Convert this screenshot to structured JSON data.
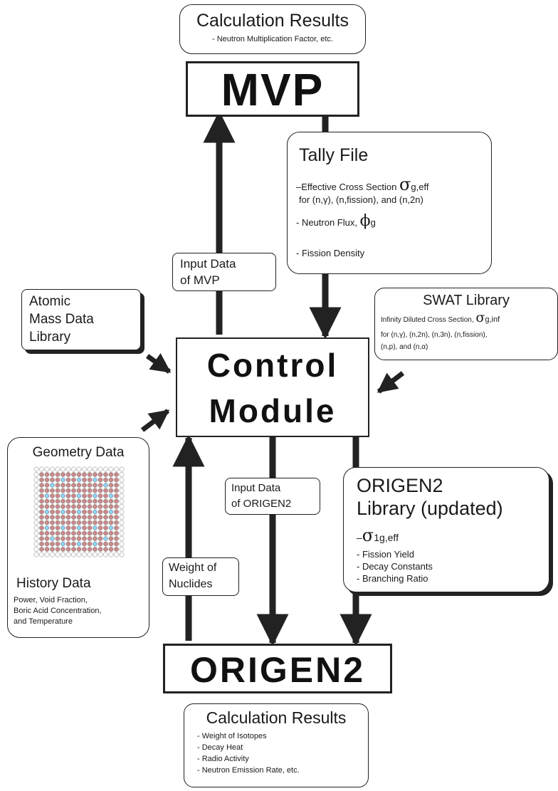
{
  "top_results": {
    "title": "Calculation Results",
    "line": "- Neutron Multiplication Factor, etc."
  },
  "mvp": {
    "label": "MVP"
  },
  "tally": {
    "title": "Tally File",
    "line1": "–Effective Cross Section ",
    "sigma_symbol": "σ",
    "sigma_sub": "g,eff",
    "line2": "for (n,γ),  (n,fission), and  (n,2n)",
    "flux_prefix": "- Neutron Flux, ",
    "phi_symbol": "ϕ",
    "phi_sub": "g",
    "fission": "- Fission Density"
  },
  "input_mvp": {
    "line1": "Input Data",
    "line2": "of MVP"
  },
  "atomic": {
    "line1": "Atomic",
    "line2": "Mass Data",
    "line3": "Library"
  },
  "swat": {
    "title": "SWAT Library",
    "line1": "Infinity Diluted Cross Section, ",
    "sigma_symbol": "σ",
    "sigma_sub": "g,inf",
    "line2": "for (n,γ), (n,2n), (n,3n),  (n,fission),",
    "line3": "(n,p), and (n,α)"
  },
  "control": {
    "line1": "Control",
    "line2": "Module"
  },
  "geometry": {
    "title": "Geometry Data",
    "history_title": "History Data",
    "h1": "Power, Void Fraction,",
    "h2": "Boric Acid Concentration,",
    "h3": "and Temperature"
  },
  "input_origen": {
    "line1": "Input Data",
    "line2": "of ORIGEN2"
  },
  "weight": {
    "line1": "Weight of",
    "line2": "Nuclides"
  },
  "origen_lib": {
    "title1": "ORIGEN2",
    "title2": "Library (updated)",
    "sigma_prefix": "–",
    "sigma_symbol": "σ",
    "sigma_sub": "1g,eff",
    "l1": "- Fission Yield",
    "l2": "- Decay Constants",
    "l3": "- Branching Ratio"
  },
  "origen2": {
    "label": "ORIGEN2"
  },
  "bottom_results": {
    "title": "Calculation Results",
    "l1": "- Weight of Isotopes",
    "l2": "- Decay Heat",
    "l3": "- Radio Activity",
    "l4": "- Neutron Emission Rate, etc."
  },
  "colors": {
    "stroke": "#222222",
    "pin_red": "#c98a8a",
    "pin_blue": "#8fd0ee",
    "pin_white": "#ffffff"
  }
}
